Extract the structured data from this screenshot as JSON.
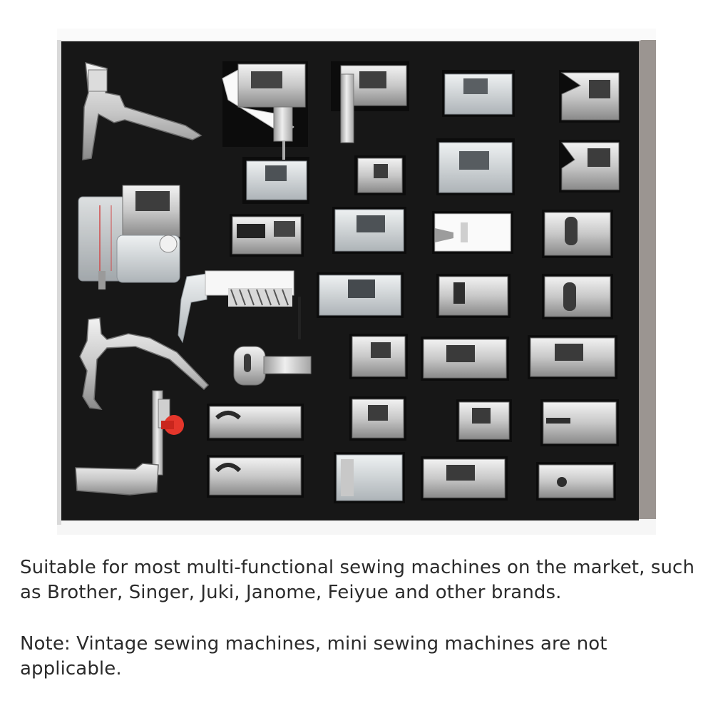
{
  "image": {
    "colors": {
      "box_white": "#f4f4f4",
      "box_side": "#9b9591",
      "foam": "#171717",
      "metal_light": "#e8e8e8",
      "metal_mid": "#b4b4b4",
      "metal_dark": "#5a5a5a",
      "clear_plastic": "#d7dbdd",
      "white_plastic": "#fafafa",
      "red_knob": "#e4362b"
    },
    "items": [
      {
        "name": "edge-guide-arm",
        "kind": "arm"
      },
      {
        "name": "adjustable-blind-hem-foot",
        "kind": "metal"
      },
      {
        "name": "zipper-foot",
        "kind": "metal"
      },
      {
        "name": "clear-foot-top",
        "kind": "clear"
      },
      {
        "name": "rolled-hem-foot-top",
        "kind": "metal"
      },
      {
        "name": "small-foot",
        "kind": "metal"
      },
      {
        "name": "clear-wide-foot",
        "kind": "clear"
      },
      {
        "name": "notch-foot",
        "kind": "metal"
      },
      {
        "name": "guide-clear-foot",
        "kind": "clear"
      },
      {
        "name": "feet-row-three",
        "kind": "metal"
      },
      {
        "name": "white-teflon-foot",
        "kind": "white"
      },
      {
        "name": "spring-darning-foot",
        "kind": "metal"
      },
      {
        "name": "walking-arm",
        "kind": "arm"
      },
      {
        "name": "button-foot",
        "kind": "metal"
      },
      {
        "name": "red-knob-foot",
        "kind": "metal"
      },
      {
        "name": "bottom-row-feet",
        "kind": "metal"
      }
    ]
  },
  "caption": {
    "compatibility": "Suitable for most multi-functional sewing machines on the market, such as Brother, Singer, Juki, Janome, Feiyue and other brands.",
    "note": "Note: Vintage sewing machines, mini sewing machines are not applicable."
  }
}
